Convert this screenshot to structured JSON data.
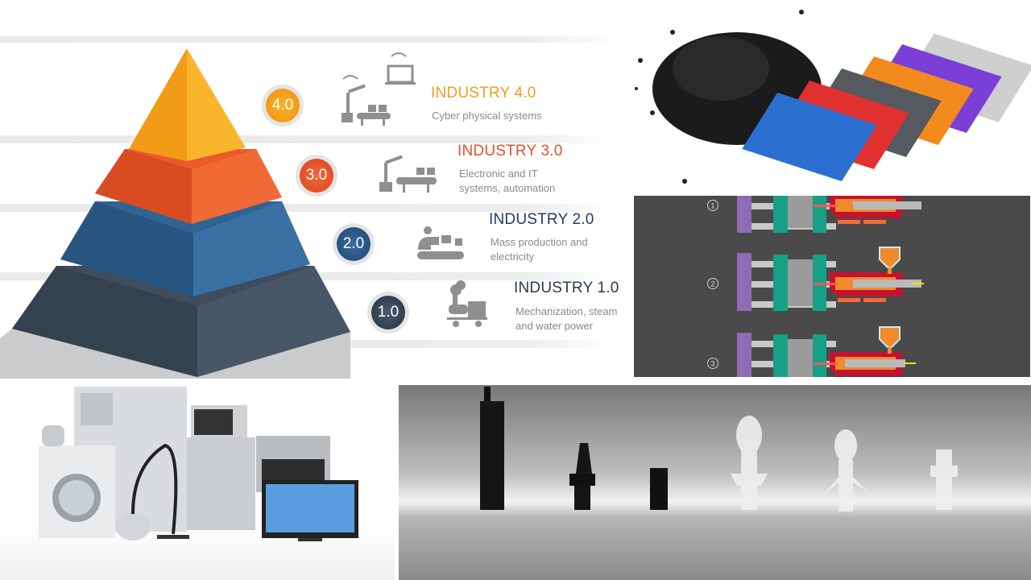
{
  "industries": [
    {
      "badge": "4.0",
      "title": "INDUSTRY 4.0",
      "description": "Cyber physical systems",
      "color": "#f39c1f"
    },
    {
      "badge": "3.0",
      "title": "INDUSTRY 3.0",
      "description": "Electronic and IT systems, automation",
      "color": "#e2522a"
    },
    {
      "badge": "2.0",
      "title": "INDUSTRY 2.0",
      "description": "Mass production and electricity",
      "color": "#1f3c66"
    },
    {
      "badge": "1.0",
      "title": "INDUSTRY 1.0",
      "description": "Mechanization, steam and water power",
      "color": "#2b3a4a"
    }
  ],
  "diagram": {
    "steps": [
      "1",
      "2",
      "3"
    ]
  }
}
